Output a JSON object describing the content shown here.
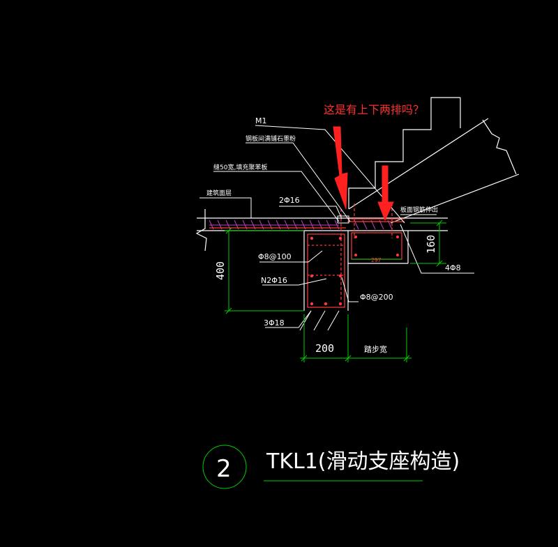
{
  "annotation": {
    "question": "这是有上下两排吗？"
  },
  "labels": {
    "m1": "M1",
    "steel_plate_graphite": "钢板间满铺石墨粉",
    "joint_fill": "缝50宽,填充聚苯板",
    "building_surface": "建筑面层",
    "top_bars": "2Φ16",
    "stirrup_main": "Φ8@100",
    "side_bars": "N2Φ16",
    "bottom_bars": "3Φ18",
    "stirrup_ledge": "Φ8@200",
    "ledge_bars": "4Φ8",
    "plate_embed": "板面钢筋伸出"
  },
  "dimensions": {
    "beam_height": "400",
    "slab_thickness": "160",
    "beam_width": "200",
    "step_width": "踏步宽",
    "inner_dim": "297"
  },
  "detail": {
    "number": "2",
    "title": "TKL1(滑动支座构造)"
  },
  "colors": {
    "line": "#ffffff",
    "dimension": "#00d000",
    "rebar": "#ff3b3b",
    "hatch": "#c040c0",
    "arrow": "#ff2020"
  }
}
